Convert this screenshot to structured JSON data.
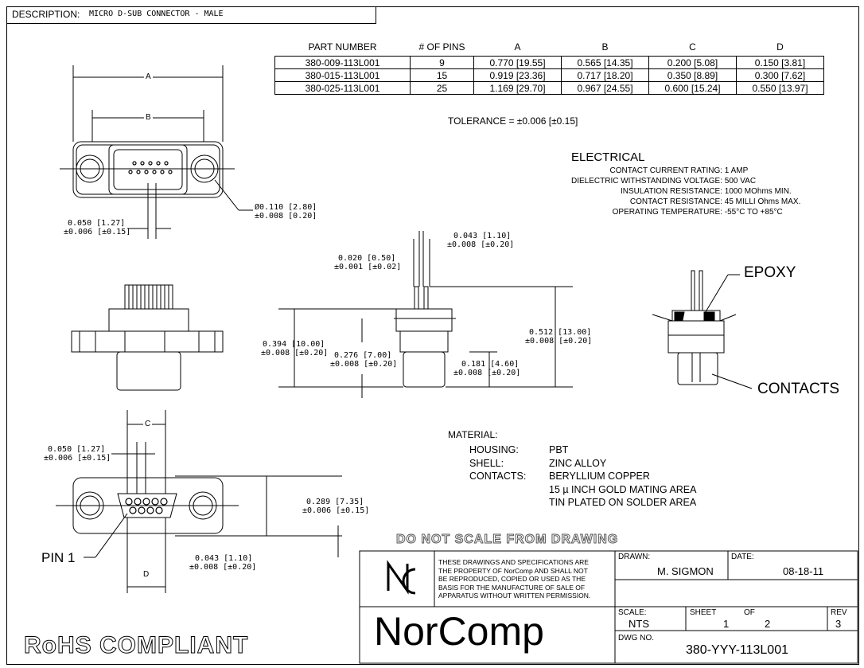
{
  "description": {
    "label": "DESCRIPTION:",
    "value": "MICRO D-SUB CONNECTOR - MALE"
  },
  "parts_table": {
    "headers": [
      "PART NUMBER",
      "# OF PINS",
      "A",
      "B",
      "C",
      "D"
    ],
    "rows": [
      [
        "380-009-113L001",
        "9",
        "0.770 [19.55]",
        "0.565 [14.35]",
        "0.200 [5.08]",
        "0.150 [3.81]"
      ],
      [
        "380-015-113L001",
        "15",
        "0.919 [23.36]",
        "0.717 [18.20]",
        "0.350 [8.89]",
        "0.300 [7.62]"
      ],
      [
        "380-025-113L001",
        "25",
        "1.169 [29.70]",
        "0.967 [24.55]",
        "0.600 [15.24]",
        "0.550 [13.97]"
      ]
    ],
    "tolerance": "TOLERANCE = ±0.006 [±0.15]"
  },
  "electrical": {
    "title": "ELECTRICAL",
    "rows": [
      {
        "label": "CONTACT CURRENT RATING:",
        "value": "1 AMP"
      },
      {
        "label": "DIELECTRIC WITHSTANDING VOLTAGE:",
        "value": "500 VAC"
      },
      {
        "label": "INSULATION RESISTANCE:",
        "value": "1000 MOhms MIN."
      },
      {
        "label": "CONTACT RESISTANCE:",
        "value": "45 MILLI Ohms MAX."
      },
      {
        "label": "OPERATING TEMPERATURE:",
        "value": "-55°C TO +85°C"
      }
    ]
  },
  "material": {
    "title": "MATERIAL:",
    "rows": [
      {
        "label": "HOUSING:",
        "value": "PBT"
      },
      {
        "label": "SHELL:",
        "value": "ZINC ALLOY"
      },
      {
        "label": "CONTACTS:",
        "value": "BERYLLIUM COPPER"
      },
      {
        "label": "",
        "value": "15 µ INCH GOLD MATING AREA"
      },
      {
        "label": "",
        "value": "TIN PLATED ON SOLDER AREA"
      }
    ]
  },
  "dims": {
    "a": "A",
    "b": "B",
    "c": "C",
    "d": "D",
    "hole_dia_1": "Ø0.110 [2.80]",
    "hole_dia_2": "±0.008 [0.20]",
    "pitch_top_1": "0.050 [1.27]",
    "pitch_top_2": "±0.006 [±0.15]",
    "pin_spacing_1": "0.043 [1.10]",
    "pin_spacing_2": "±0.008 [±0.20]",
    "pin_dia_1": "0.020 [0.50]",
    "pin_dia_2": "±0.001 [±0.02]",
    "height_1": "0.394 [10.00]",
    "height_2": "±0.008 [±0.20]",
    "body_1": "0.276 [7.00]",
    "body_2": "±0.008 [±0.20]",
    "tail_1": "0.181 [4.60]",
    "tail_2": "±0.008 [±0.20]",
    "overall_1": "0.512 [13.00]",
    "overall_2": "±0.008 [±0.20]",
    "pitch_bot_1": "0.050 [1.27]",
    "pitch_bot_2": "±0.006 [±0.15]",
    "row_1": "0.289 [7.35]",
    "row_2": "±0.006 [±0.15]",
    "row_sp_1": "0.043 [1.10]",
    "row_sp_2": "±0.008 [±0.20]"
  },
  "callouts": {
    "epoxy": "EPOXY",
    "contacts": "CONTACTS",
    "pin1": "PIN 1"
  },
  "notice": "DO NOT SCALE FROM DRAWING",
  "rohs": "RoHS COMPLIANT",
  "title_block": {
    "legal": [
      "THESE DRAWINGS AND SPECIFICATIONS ARE",
      "THE PROPERTY OF NorComp AND SHALL NOT",
      "BE REPRODUCED, COPIED OR USED AS THE",
      "BASIS FOR THE MANUFACTURE OF SALE OF",
      "APPARATUS WITHOUT WRITTEN PERMISSION."
    ],
    "drawn_label": "DRAWN:",
    "drawn_value": "M. SIGMON",
    "date_label": "DATE:",
    "date_value": "08-18-11",
    "scale_label": "SCALE:",
    "scale_value": "NTS",
    "sheet_label": "SHEET",
    "sheet_value": "1",
    "of_label": "OF",
    "of_value": "2",
    "rev_label": "REV",
    "rev_value": "3",
    "dwg_label": "DWG NO.",
    "dwg_value": "380-YYY-113L001",
    "company": "NorComp"
  }
}
